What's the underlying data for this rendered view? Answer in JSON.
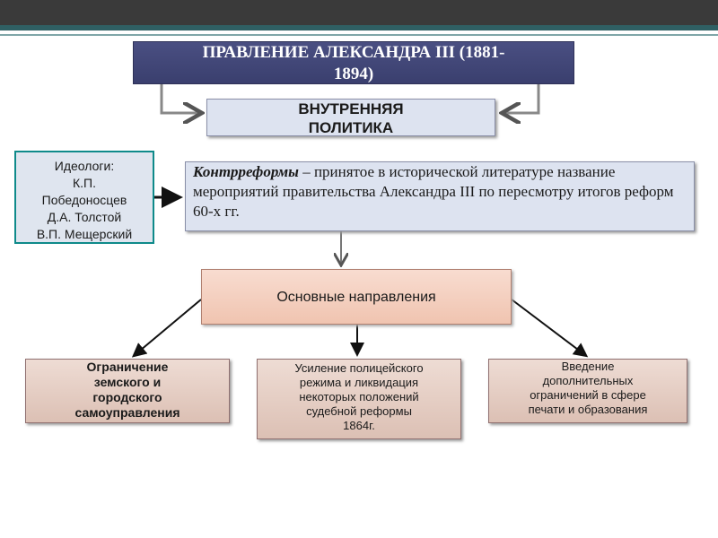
{
  "title": {
    "line1": "ПРАВЛЕНИЕ АЛЕКСАНДРА III (1881-",
    "line2": "1894)"
  },
  "internal_policy": {
    "line1": "ВНУТРЕННЯЯ",
    "line2": "ПОЛИТИКА"
  },
  "ideologists": {
    "lines": [
      "Идеологи:",
      "К.П.",
      "Победоносцев",
      "Д.А. Толстой",
      "В.П. Мещерский"
    ]
  },
  "counterreforms": {
    "term": "Контрреформы",
    "definition": " – принятое в исторической литературе название мероприятий правительства Александра III по пересмотру итогов реформ 60-х гг."
  },
  "main_directions": {
    "label": "Основные направления"
  },
  "directions": [
    {
      "lines": [
        "Ограничение",
        "земского и",
        "городского",
        "самоуправления"
      ]
    },
    {
      "lines": [
        "Усиление полицейского",
        "режима и ликвидация",
        "некоторых положений",
        "судебной реформы",
        "1864г."
      ]
    },
    {
      "lines": [
        "Введение",
        "дополнительных",
        "ограничений в сфере",
        "печати и образования"
      ]
    }
  ],
  "colors": {
    "title_bg": "#3a3f6e",
    "box_bg": "#dde3f0",
    "pink_bg": "#f0c4b0",
    "direction_bg": "#dcc0b4",
    "ideologist_border": "#0e8a8a"
  }
}
